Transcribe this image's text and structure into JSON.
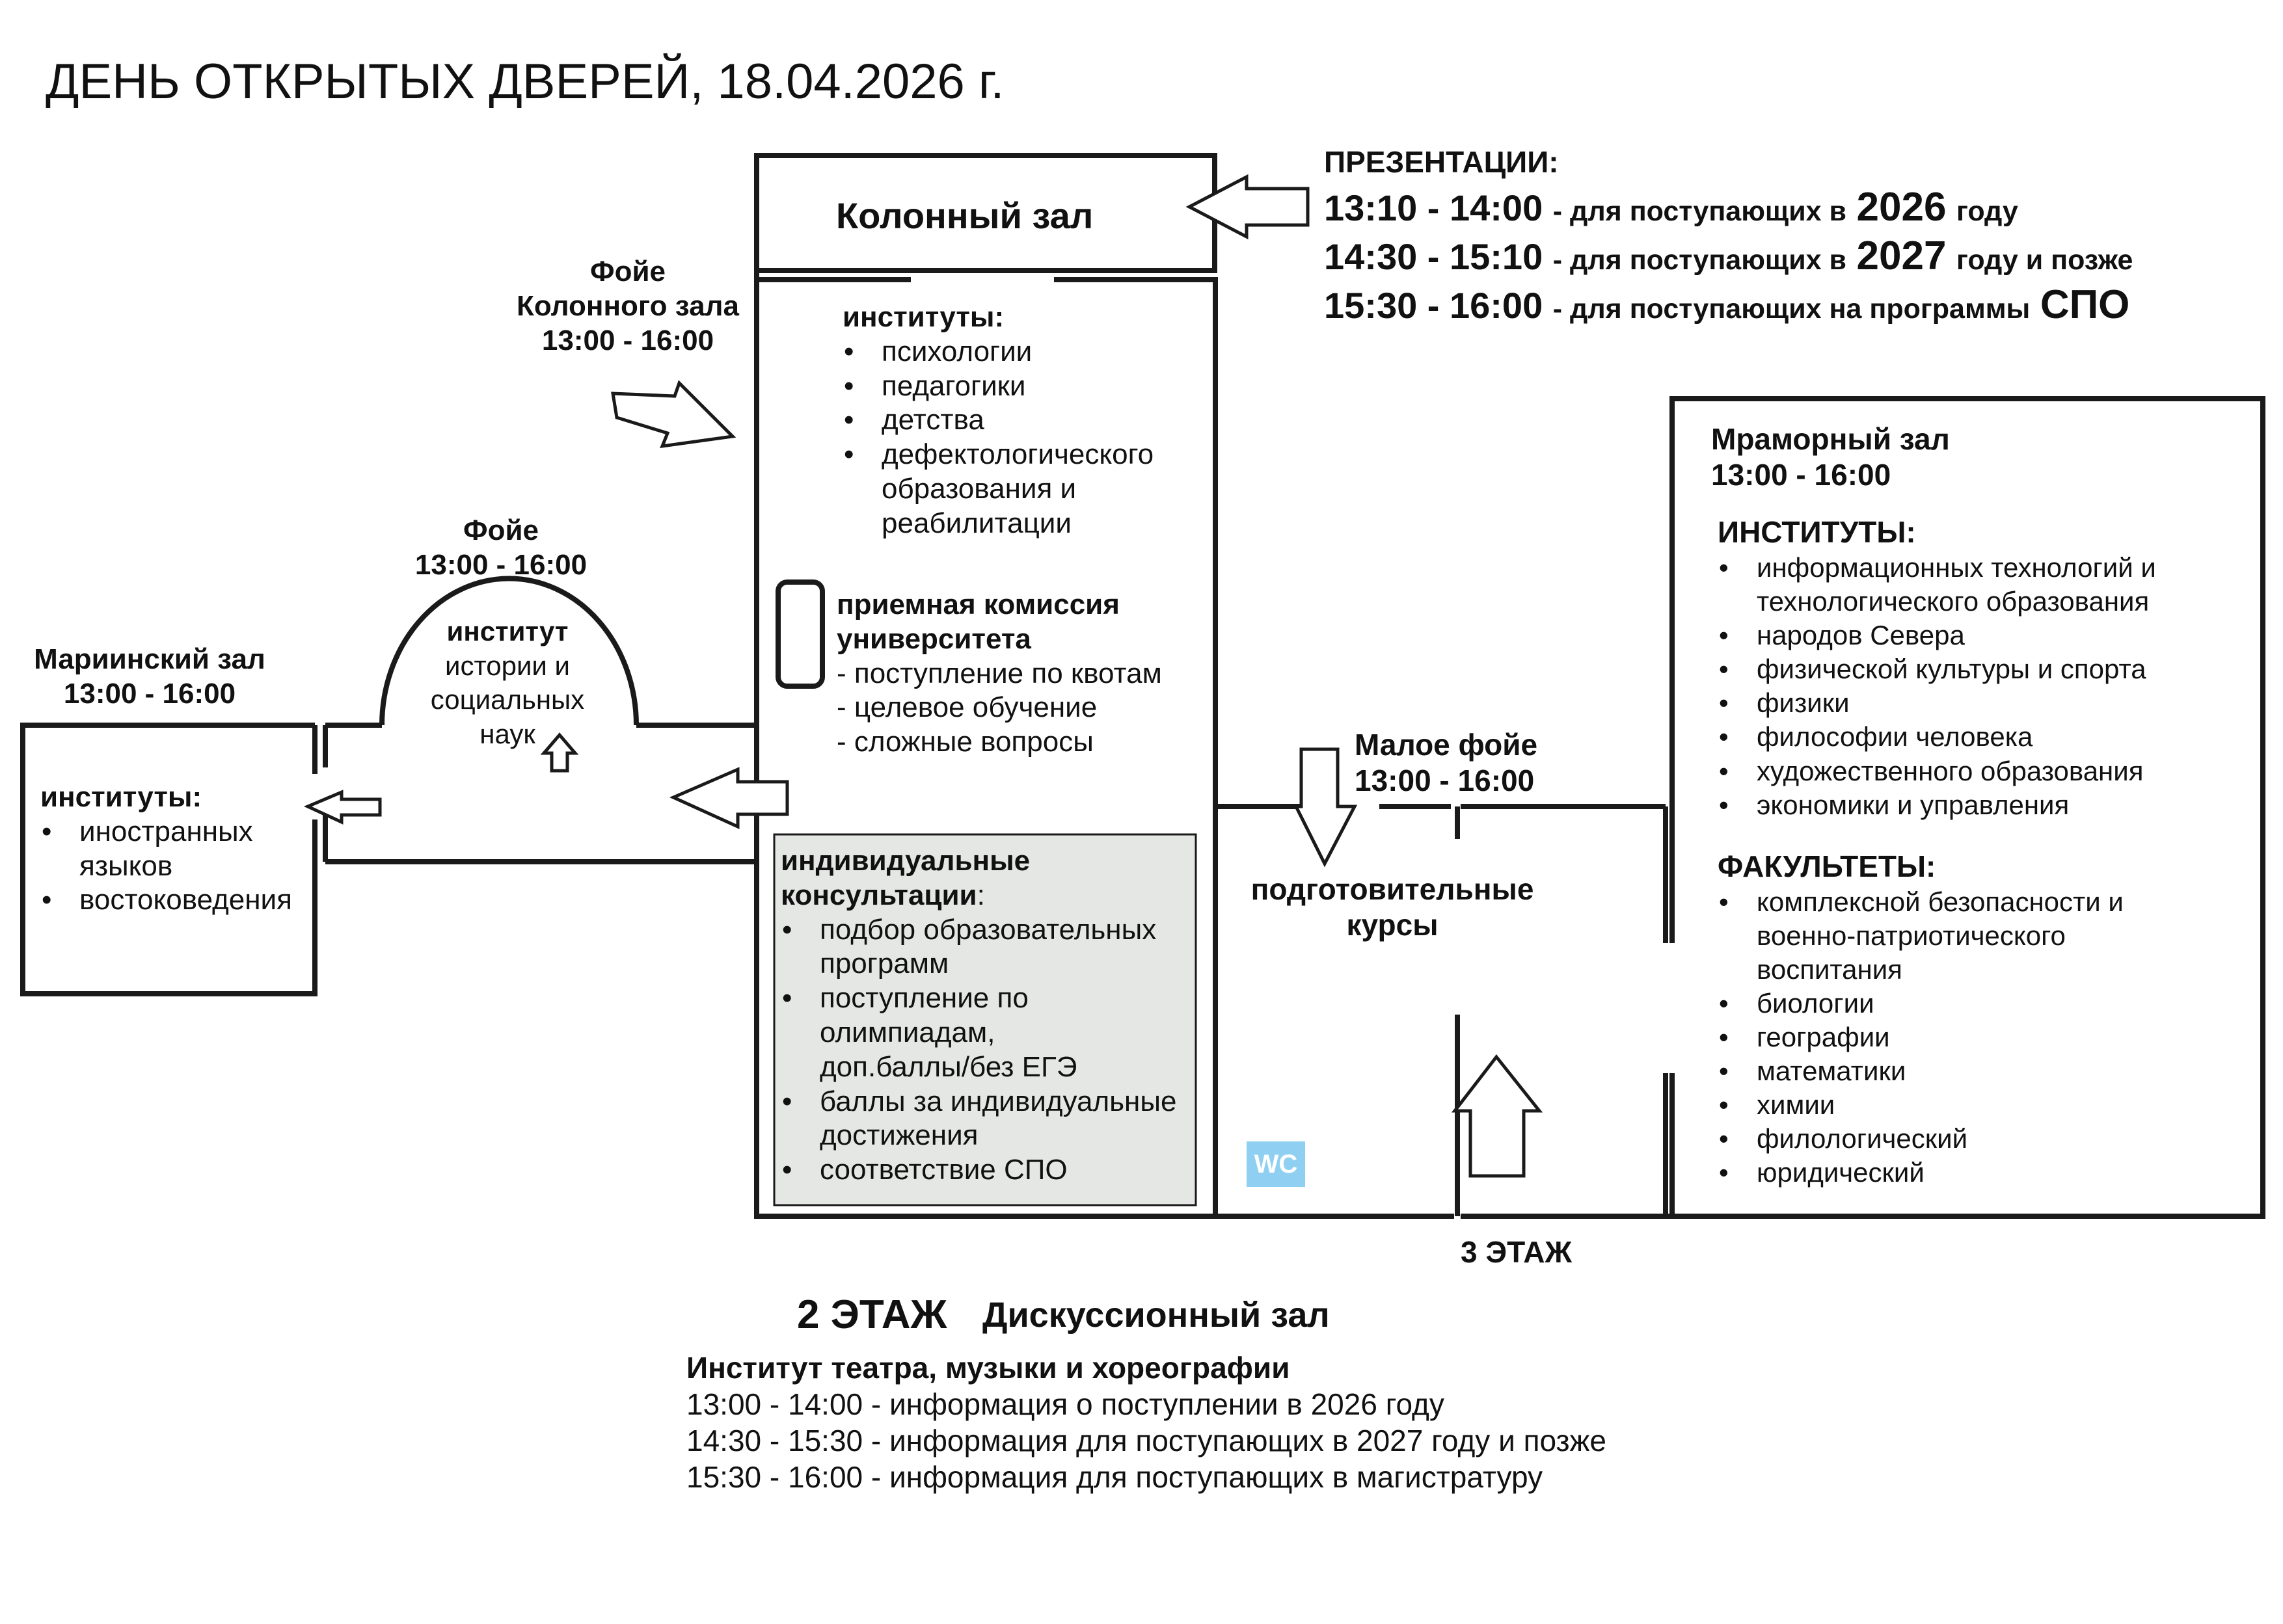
{
  "title": "ДЕНЬ ОТКРЫТЫХ ДВЕРЕЙ, 18.04.2026 г.",
  "presentations": {
    "heading": "ПРЕЗЕНТАЦИИ:",
    "rows": [
      {
        "time": "13:10 - 14:00",
        "text": "- для поступающих в",
        "year": "2026",
        "suffix": "году"
      },
      {
        "time": "14:30 - 15:10",
        "text": "- для поступающих в",
        "year": "2027",
        "suffix": "году и позже"
      },
      {
        "time": "15:30 - 16:00",
        "text": "- для поступающих на программы",
        "year": "СПО",
        "suffix": ""
      }
    ]
  },
  "kolonny": {
    "name": "Колонный зал"
  },
  "foyer_kolonny": {
    "line1": "Фойе",
    "line2": "Колонного зала",
    "time": "13:00 - 16:00"
  },
  "kolonny_institutes": {
    "heading": "институты:",
    "items": [
      "психологии",
      "педагогики",
      "детства",
      "дефектологического",
      "образования и",
      "реабилитации"
    ]
  },
  "admission": {
    "line1": "приемная комиссия",
    "line2": "университета",
    "items": [
      "- поступление по квотам",
      "- целевое обучение",
      "- сложные вопросы"
    ]
  },
  "consult": {
    "line1": "индивидуальные",
    "line2": "консультации",
    "colon": ":",
    "items": [
      "подбор образовательных",
      "программ",
      "поступление по",
      "олимпиадам,",
      "доп.баллы/без ЕГЭ",
      "баллы за индивидуальные",
      "достижения",
      "соответствие СПО"
    ]
  },
  "foyer": {
    "name": "Фойе",
    "time": "13:00 - 16:00",
    "inst1": "институт",
    "inst2": "истории и",
    "inst3": "социальных",
    "inst4": "наук"
  },
  "mariinsky": {
    "name": "Мариинский зал",
    "time": "13:00 - 16:00",
    "heading": "институты:",
    "items": [
      "иностранных",
      "языков",
      "востоковедения"
    ]
  },
  "small_foyer": {
    "name": "Малое фойе",
    "time": "13:00 - 16:00"
  },
  "prep": {
    "line1": "подготовительные",
    "line2": "курсы"
  },
  "wc": "WC",
  "marble": {
    "name": "Мраморный зал",
    "time": "13:00 - 16:00",
    "inst_heading": "ИНСТИТУТЫ:",
    "institutes": [
      "информационных технологий и",
      "технологического образования",
      "народов Севера",
      "физической культуры и спорта",
      "физики",
      "философии человека",
      "художественного образования",
      "экономики и управления"
    ],
    "fac_heading": "ФАКУЛЬТЕТЫ:",
    "faculties": [
      "комплексной безопасности и",
      "военно-патриотического",
      "воспитания",
      "биологии",
      "географии",
      "математики",
      "химии",
      "филологический",
      "юридический"
    ]
  },
  "floor3": "3 ЭТАЖ",
  "floor2": "2 ЭТАЖ",
  "discussion": {
    "name": "Дискуссионный зал",
    "institute": "Институт театра, музыки и хореографии",
    "rows": [
      "13:00 - 14:00 - информация о поступлении в 2026 году",
      "14:30 - 15:30 - информация для поступающих в 2027 году и позже",
      "15:30 - 16:00 - информация для поступающих в магистратуру"
    ]
  },
  "colors": {
    "line": "#1a1a1a",
    "consult_fill": "#e4e7e3",
    "wc_fill": "#8fd0f2"
  }
}
